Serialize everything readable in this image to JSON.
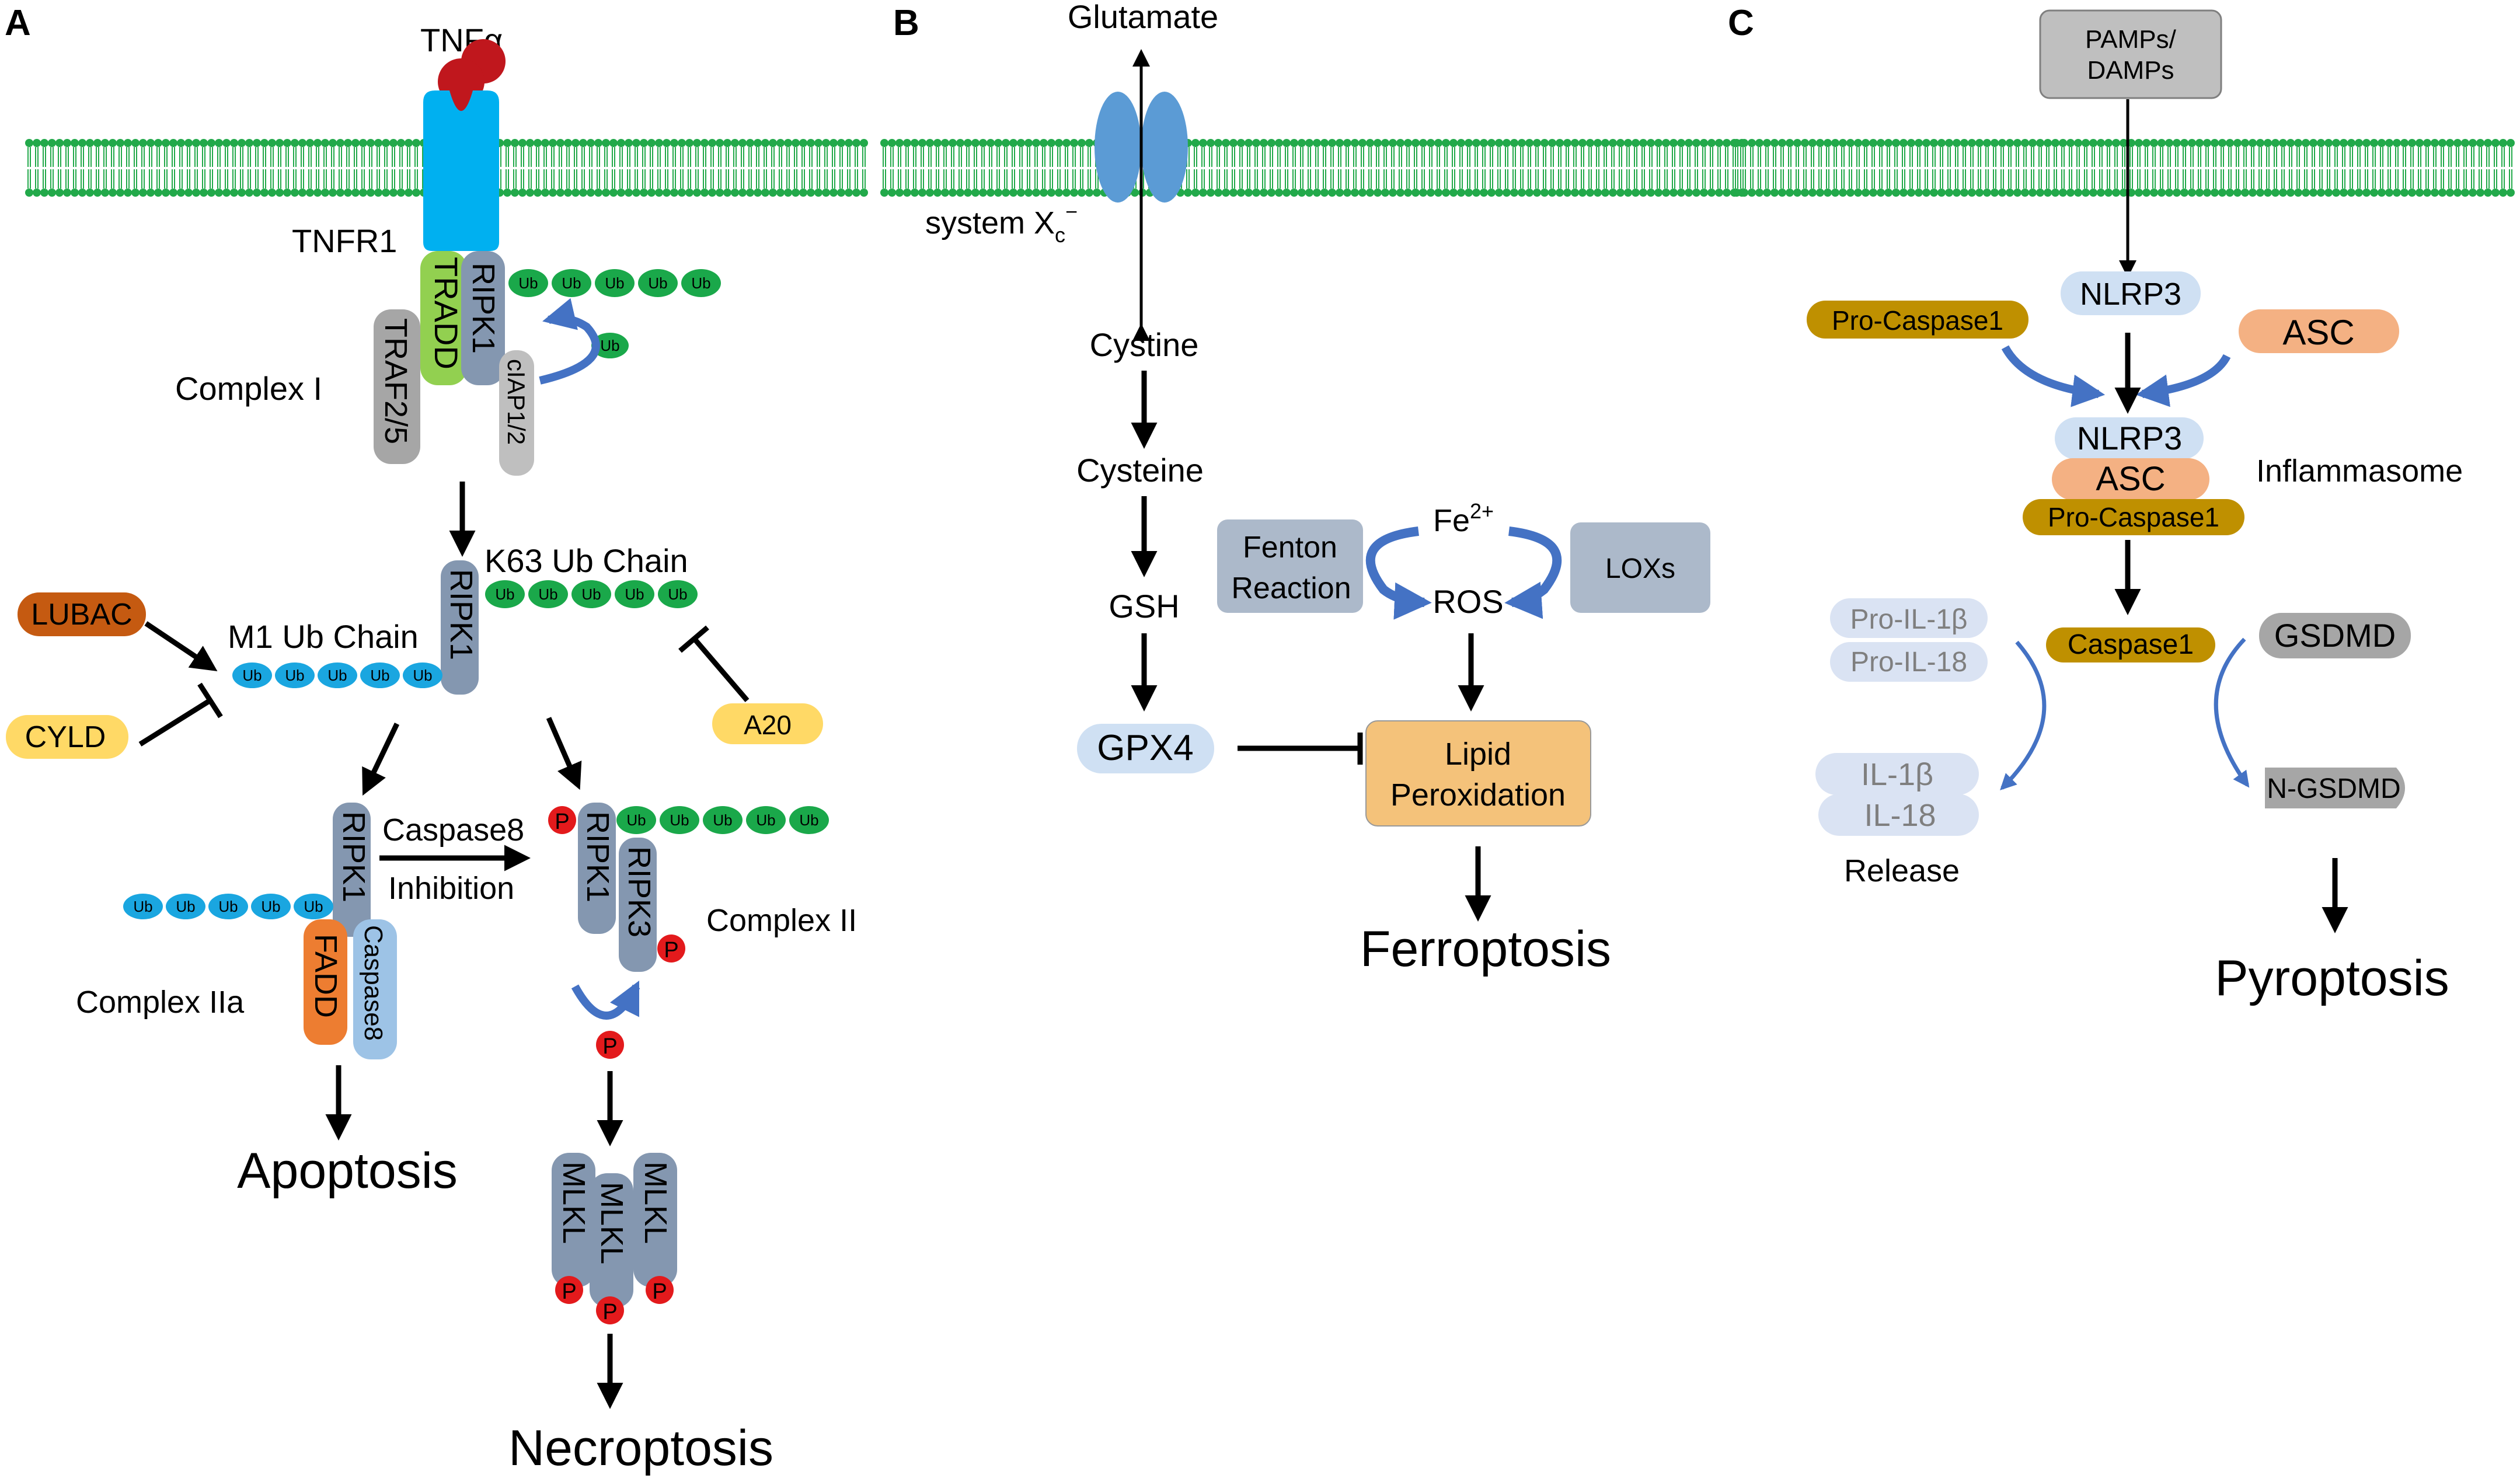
{
  "panels": {
    "a": {
      "letter": "A",
      "ligand": "TNFα",
      "receptor": "TNFR1",
      "tradd": "TRADD",
      "ripk1": "RIPK1",
      "traf": "TRAF2/5",
      "ciap": "cIAP1/2",
      "ub": "Ub",
      "complex1": "Complex I",
      "k63": "K63 Ub Chain",
      "m1": "M1 Ub Chain",
      "lubac": "LUBAC",
      "cyld": "CYLD",
      "a20": "A20",
      "casp8_inhibition_1": "Caspase8",
      "casp8_inhibition_2": "Inhibition",
      "fadd": "FADD",
      "caspase8": "Caspase8",
      "complex2a": "Complex IIa",
      "ripk3": "RIPK3",
      "complex2": "Complex II",
      "p": "P",
      "mlkl": "MLKL",
      "apoptosis": "Apoptosis",
      "necroptosis": "Necroptosis"
    },
    "b": {
      "letter": "B",
      "glutamate": "Glutamate",
      "system_xc": "system X",
      "system_xc_sub": "c",
      "system_xc_sup": "−",
      "cystine": "Cystine",
      "cysteine": "Cysteine",
      "gsh": "GSH",
      "gpx4": "GPX4",
      "fenton_1": "Fenton",
      "fenton_2": "Reaction",
      "fe": "Fe",
      "fe_sup": "2+",
      "ros": "ROS",
      "lox": "LOXs",
      "lipid_1": "Lipid",
      "lipid_2": "Peroxidation",
      "ferroptosis": "Ferroptosis"
    },
    "c": {
      "letter": "C",
      "pamps_1": "PAMPs/",
      "pamps_2": "DAMPs",
      "nlrp3": "NLRP3",
      "pro_casp1": "Pro-Caspase1",
      "asc": "ASC",
      "inflammasome": "Inflammasome",
      "pro_il1b": "Pro-IL-1β",
      "pro_il18": "Pro-IL-18",
      "caspase1": "Caspase1",
      "gsdmd": "GSDMD",
      "il1b": "IL-1β",
      "il18": "IL-18",
      "release": "Release",
      "ngsdmd": "N-GSDMD",
      "pyroptosis": "Pyroptosis"
    }
  },
  "colors": {
    "membrane": "#22a94a",
    "ub_green": "#1aa84a",
    "ub_blue": "#1aa6e0",
    "tnfr": "#00b0f0",
    "tnf": "#c0171d",
    "slate": "#8497b0",
    "tradd": "#92d050",
    "traf": "#a6a6a6",
    "lubac": "#c55a11",
    "cyld": "#ffd966",
    "fadd": "#ed7d31",
    "caspase8": "#9dc3e6",
    "phospho": "#e31a1c",
    "light_blue": "#cfe0f3",
    "gold": "#bf9000",
    "peach": "#f4b183",
    "lipid": "#f4c27a",
    "grey": "#bfbfbf",
    "arrow_blue": "#4472c4",
    "pale_blue": "#dae3f3"
  }
}
